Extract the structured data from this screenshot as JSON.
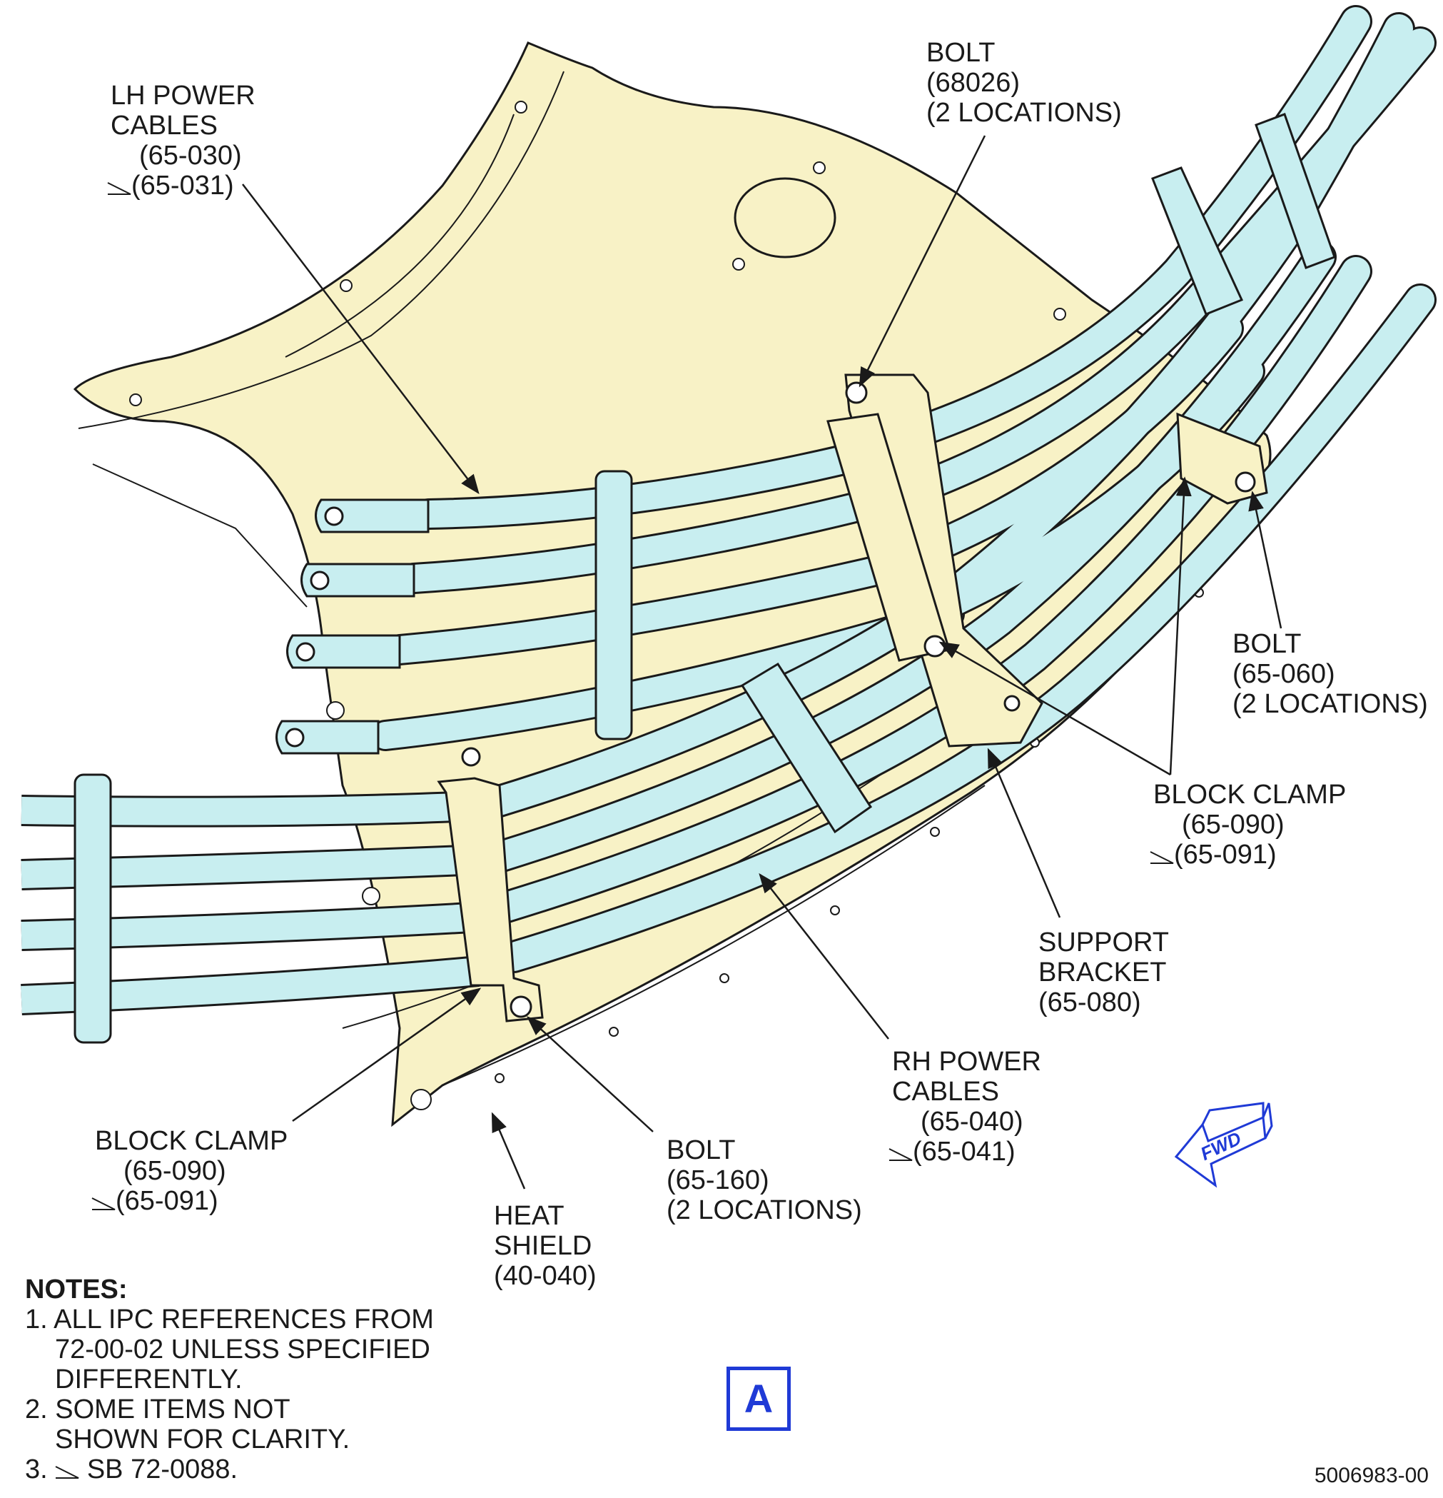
{
  "labels": {
    "lh_power_cables": {
      "line1": "LH POWER",
      "line2": "CABLES",
      "ref1": "(65-030)",
      "ref2": "(65-031)"
    },
    "bolt_68026": {
      "line1": "BOLT",
      "ref": "(68026)",
      "qty": "(2 LOCATIONS)"
    },
    "bolt_65060": {
      "line1": "BOLT",
      "ref": "(65-060)",
      "qty": "(2 LOCATIONS)"
    },
    "block_clamp_right": {
      "line1": "BLOCK CLAMP",
      "ref1": "(65-090)",
      "ref2": "(65-091)"
    },
    "support_bracket": {
      "line1": "SUPPORT",
      "line2": "BRACKET",
      "ref": "(65-080)"
    },
    "rh_power_cables": {
      "line1": "RH POWER",
      "line2": "CABLES",
      "ref1": "(65-040)",
      "ref2": "(65-041)"
    },
    "block_clamp_left": {
      "line1": "BLOCK CLAMP",
      "ref1": "(65-090)",
      "ref2": "(65-091)"
    },
    "bolt_65160": {
      "line1": "BOLT",
      "ref": "(65-160)",
      "qty": "(2 LOCATIONS)"
    },
    "heat_shield": {
      "line1": "HEAT",
      "line2": "SHIELD",
      "ref": "(40-040)"
    }
  },
  "notes": {
    "title": "NOTES:",
    "n1a": "1. ALL IPC REFERENCES FROM",
    "n1b": "72-00-02 UNLESS SPECIFIED",
    "n1c": "DIFFERENTLY.",
    "n2a": "2. SOME ITEMS NOT",
    "n2b": "SHOWN FOR CLARITY.",
    "n3": "SB 72-0088.",
    "n3_num": "3."
  },
  "fwd_label": "FWD",
  "view_tag": "A",
  "figure_number": "5006983-00",
  "colors": {
    "shield": "#f8f2c6",
    "cable": "#c8eef0",
    "outline": "#1a1a1a",
    "accent": "#1f3ad6"
  }
}
